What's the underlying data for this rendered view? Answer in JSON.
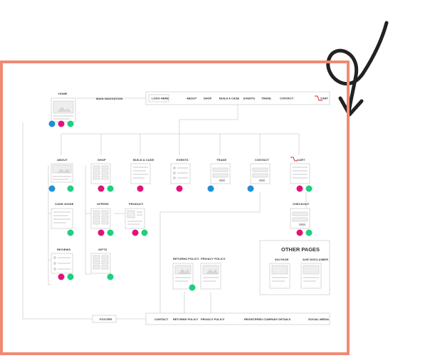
{
  "colors": {
    "frame": "#f08a73",
    "blue": "#1e90d6",
    "pink": "#e0137a",
    "green": "#1ecf7c",
    "cart_icon": "#d9262e"
  },
  "home": {
    "label": "HOME",
    "main_nav_label": "MAIN NAVIGATION"
  },
  "header_nav": {
    "logo": "LOGO HERE",
    "items": [
      "ABOUT",
      "SHOP",
      "BUILD A CASE",
      "EVENTS",
      "TRADE",
      "CONTACT"
    ],
    "cart": "CART"
  },
  "pages": {
    "about": "ABOUT",
    "shop": "SHOP",
    "build": "BUILD A CASE",
    "events": "EVENTS",
    "trade": "TRADE",
    "contact": "CONTACT",
    "cart": "CART",
    "code_guide": "CODE GUIDE",
    "offers": "OFFERS",
    "product": "PRODUCT",
    "checkout": "CHECKOUT",
    "reviews": "REVIEWS",
    "gifts": "GIFTS",
    "returns_policy": "RETURNS POLICY",
    "privacy_policy": "PRIVACY POLICY"
  },
  "other_pages": {
    "title": "OTHER PAGES",
    "p404": "404 PAGE",
    "disclaimer": "AGE DISCLAIMER"
  },
  "footer": {
    "label": "FOOTER",
    "items": [
      "CONTACT",
      "RETURNS POLICY",
      "PRIVACY POLICY",
      "REGISTERED COMPANY DETAILS",
      "SOCIAL MEDIA"
    ]
  }
}
